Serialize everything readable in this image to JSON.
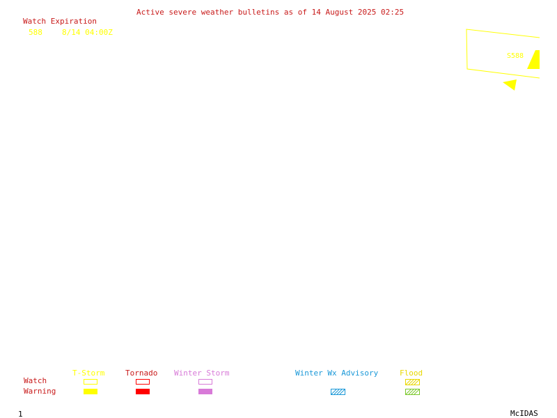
{
  "header": {
    "title": "Active severe weather bulletins as of 14 August 2025 02:25"
  },
  "watch_expiration": {
    "heading": "Watch Expiration",
    "entries": [
      {
        "number": "588",
        "expires": "8/14 04:00Z"
      }
    ]
  },
  "map": {
    "watch_box_label": "S588"
  },
  "legend": {
    "categories": {
      "tstorm": "T-Storm",
      "tornado": "Tornado",
      "winter_storm": "Winter Storm",
      "winter_wx_advisory": "Winter Wx Advisory",
      "flood": "Flood"
    },
    "row_labels": {
      "watch": "Watch",
      "warning": "Warning"
    }
  },
  "footer": {
    "frame_number": "1",
    "product": "McIDAS"
  },
  "colors": {
    "title": "#c81a1a",
    "tstorm": "#ffff00",
    "tornado": "#ff0000",
    "winter_storm": "#d87ad8",
    "winter_wx_advisory": "#1a98d8",
    "flood_watch": "#e8d800",
    "flood_warning": "#7ac82a"
  }
}
